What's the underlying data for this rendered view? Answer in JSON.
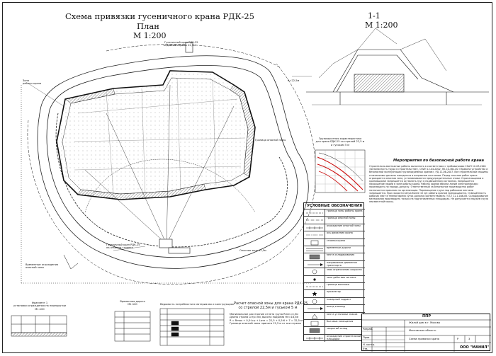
{
  "drawing": {
    "title": "Схема привязки гусеничного крана РДК-25",
    "plan_label": "План",
    "plan_scale": "М 1:200",
    "section_label": "1-1",
    "section_scale": "М 1:200"
  },
  "plan_notes": {
    "left_label": "Зона\nработы крана",
    "crane_label_top": "Гусеничный кран РДК-25\nс длиной стрелы 22,5м",
    "crane_label_bottom": "Гусеничный кран РДК-25\nна отметке стоянки",
    "work_zone": "Граница опасной зоны",
    "reach": "R=22,5м",
    "left_note": "Временные ограждения\nопасной зоны",
    "bottom_right_note": "Опасная зона 12,5м"
  },
  "chart": {
    "title": "Грузовысотная характеристика\nдля крана РДК-25 со стрелой 22,5 м\nи гуськом 5 м",
    "color_curve": "#cc1111"
  },
  "legend": {
    "title": "УСЛОВНЫЕ ОБОЗНАЧЕНИЯ",
    "items": [
      "граница зоны работы крана",
      "граница опасной зоны",
      "ограждение опасной зоны",
      "ось движения крана",
      "стоянка крана",
      "временные дороги",
      "места складирования",
      "направление движения транспорта",
      "знак ограничения скорости",
      "зона действия сигнала",
      "граница монтажа",
      "прожектор",
      "пожарный гидрант",
      "въезд и выезд",
      "места установки знаков",
      "бытовые помещения",
      "закрытый склад",
      "ограждение строительной площадки"
    ]
  },
  "notes": {
    "title": "Мероприятия по безопасной работе крана",
    "body": "Строительно-монтажные работы выполнять в соответствии с требованиями СНиП 12-03-2001 «Безопасность труда в строительстве», СНиП 12-04-2002, ПБ 10-382-00 «Правила устройства и безопасной эксплуатации грузоподъемных кранов», РД 11-06-2007. Все строительные машины и механизмы должны находиться в исправном состоянии. Перед началом работ крана ограждается опасная зона, устанавливаются предупредительные знаки. Стропальщикам и крановщикам запрещается оставлять груз в подвешенном состоянии. Запрещается нахождение людей в зоне работы крана. Работы кранов вблизи линий электропередач производить по наряду-допуску. Ответственный за безопасное производство работ назначается приказом по организации. Перемещение груза над рабочими местами запрещается. При скорости ветра более 15 м/с работы краном прекращаются. Освещённость рабочих мест в тёмное время суток должна соответствовать ГОСТ 12.1.046-85. Складирование материалов производить только на подготовленных площадках. Не допускается подъём груза неизвестной массы."
  },
  "bottom_tables": {
    "fragment_title": "Фрагмент 1\nустановки ограждения на перекрытии\nМ1:100",
    "road_title": "Временная дорога\nМ1:100",
    "mats_title": "Ведомость потребности в материалах и конструкциях",
    "calc_title": "Расчет опасной зоны для крана РДК-25\nсо стрелой 22,5м и гуськом 5 м",
    "calc_text": "Минимальное расстояние отлета груза Rmin=4,5м\nДлина стропа Lстр=5м, высота подъема Hп=18,5м\nR = Rmax + 0,5·Lгр + Lотл = 22,5 + 0,5·6 + 7 = 32,5 м\nГраница опасной зоны принята 12,5 м от оси стрелы"
  },
  "stamp": {
    "org": "ППР",
    "project": "Жилой дом в г. Москва",
    "city": "Московская область",
    "sheet_title": "Схема привязки крана",
    "company": "ООО \"МАНИЛ\"",
    "stage": "Р",
    "sheet": "3",
    "roles": [
      "Разраб.",
      "Пров.",
      "Н. контр.",
      "Утв."
    ]
  }
}
